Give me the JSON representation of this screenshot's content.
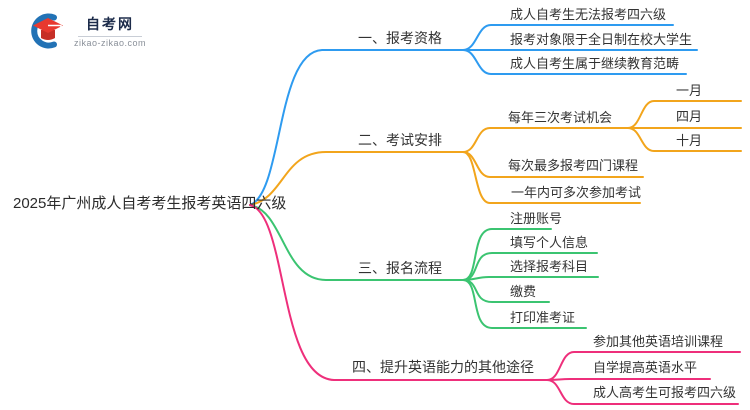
{
  "logo": {
    "site_name": "自考网",
    "site_url": "zikao-zikao.com",
    "icon": "graduation-cap-icon",
    "icon_colors": {
      "crescent_blue": "#2272b5",
      "cap_red": "#e8392f"
    }
  },
  "root": {
    "title": "2025年广州成人自考考生报考英语四六级"
  },
  "branches": [
    {
      "label": "一、报考资格",
      "color": "#2e9bf0",
      "children": [
        {
          "label": "成人自考生无法报考四六级"
        },
        {
          "label": "报考对象限于全日制在校大学生"
        },
        {
          "label": "成人自考生属于继续教育范畴"
        }
      ]
    },
    {
      "label": "二、考试安排",
      "color": "#f2a51c",
      "children": [
        {
          "label": "每年三次考试机会",
          "children": [
            {
              "label": "一月"
            },
            {
              "label": "四月"
            },
            {
              "label": "十月"
            }
          ]
        },
        {
          "label": "每次最多报考四门课程"
        },
        {
          "label": "一年内可多次参加考试"
        }
      ]
    },
    {
      "label": "三、报名流程",
      "color": "#3bc471",
      "children": [
        {
          "label": "注册账号"
        },
        {
          "label": "填写个人信息"
        },
        {
          "label": "选择报考科目"
        },
        {
          "label": "缴费"
        },
        {
          "label": "打印准考证"
        }
      ]
    },
    {
      "label": "四、提升英语能力的其他途径",
      "color": "#ee2f7b",
      "children": [
        {
          "label": "参加其他英语培训课程"
        },
        {
          "label": "自学提高英语水平"
        },
        {
          "label": "成人高考生可报考四六级"
        }
      ]
    }
  ]
}
